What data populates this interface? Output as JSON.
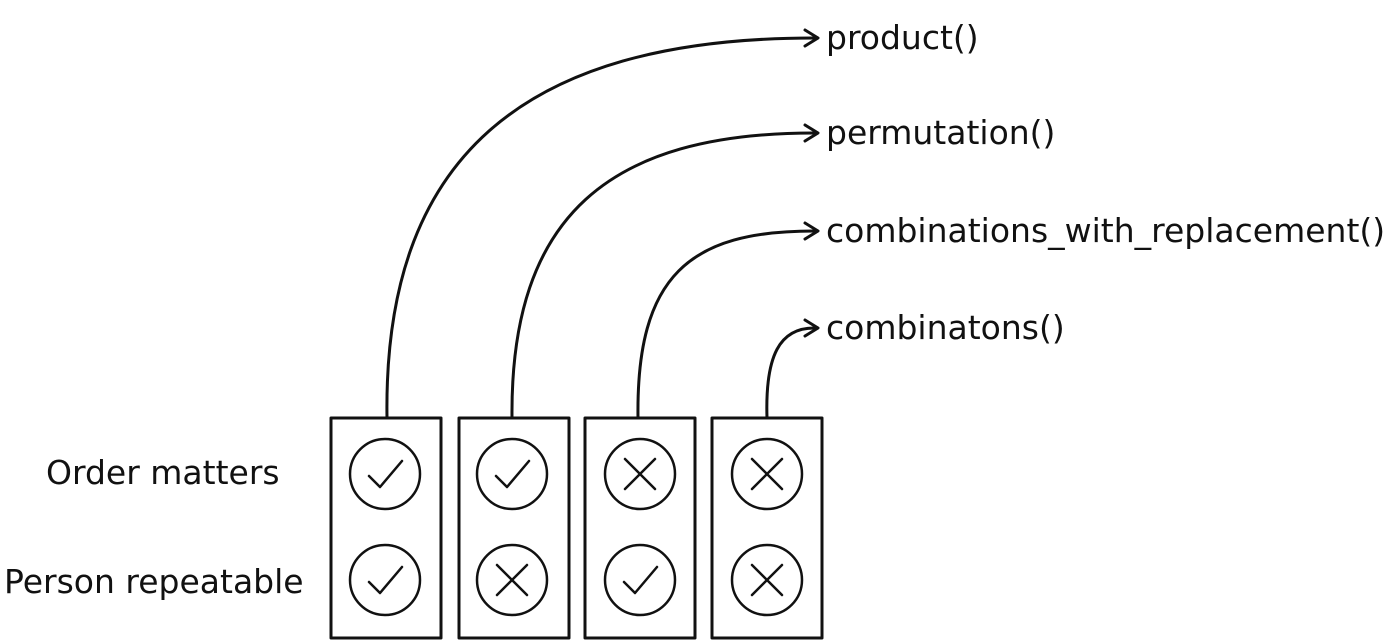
{
  "row_labels": {
    "order_matters": "Order matters",
    "person_repeatable": "Person repeatable"
  },
  "functions": [
    {
      "name": "product()",
      "order_matters": true,
      "person_repeatable": true
    },
    {
      "name": "permutation()",
      "order_matters": true,
      "person_repeatable": false
    },
    {
      "name": "combinations_with_replacement()",
      "order_matters": false,
      "person_repeatable": true
    },
    {
      "name": "combinatons()",
      "order_matters": false,
      "person_repeatable": false
    }
  ],
  "icons": {
    "true": "check-circle-icon",
    "false": "cross-circle-icon"
  },
  "colors": {
    "ink": "#111111",
    "background": "#ffffff"
  }
}
